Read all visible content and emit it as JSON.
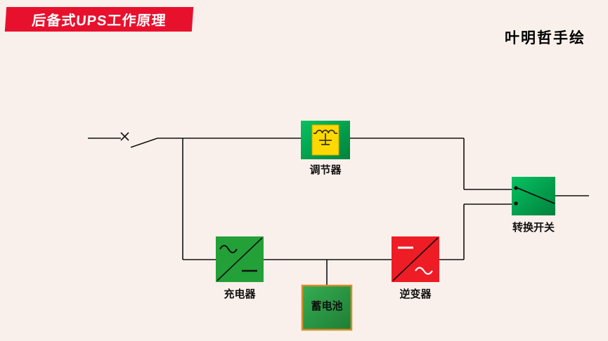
{
  "header": {
    "title": "后备式UPS工作原理",
    "signature": "叶明哲手绘"
  },
  "colors": {
    "background": "#FAF0EB",
    "banner_red": "#E8112D",
    "component_green": "#00A94F",
    "charger_green": "#23A038",
    "battery_green": "#2FA24B",
    "battery_border_orange": "#D98C28",
    "inverter_red": "#EE1C25",
    "regulator_yellow": "#FFD800",
    "wire_black": "#111111"
  },
  "diagram": {
    "regulator": {
      "label": "调节器",
      "icon": "ferroresonant-transformer-icon"
    },
    "charger": {
      "label": "充电器",
      "icon": "ac-to-dc-converter-icon"
    },
    "battery": {
      "label": "蓄电池",
      "icon": "battery-box"
    },
    "inverter": {
      "label": "逆变器",
      "icon": "dc-to-ac-converter-icon"
    },
    "transfer_switch": {
      "label": "转换开关",
      "icon": "changeover-switch-icon"
    },
    "mains_switch": {
      "icon": "open-switch-icon"
    }
  }
}
